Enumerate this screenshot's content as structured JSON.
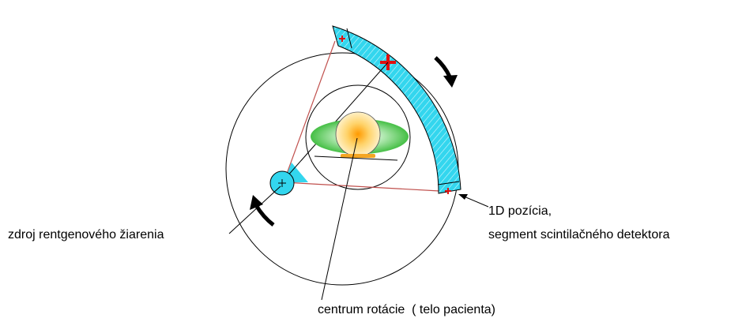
{
  "labels": {
    "source": "zdroj rentgenového žiarenia",
    "detector_line1": "1D pozícia,",
    "detector_line2": "segment scintilačného detektora",
    "rotation_center": "centrum rotácie  ( telo pacienta)"
  },
  "colors": {
    "detector_arc": "#33d6ee",
    "detector_outline": "#000000",
    "beam_edge": "#c0504d",
    "marker_red": "#e01010",
    "body_green": "#4cc84c",
    "organ_orange": "#ffb020",
    "table_orange": "#f5a623"
  }
}
